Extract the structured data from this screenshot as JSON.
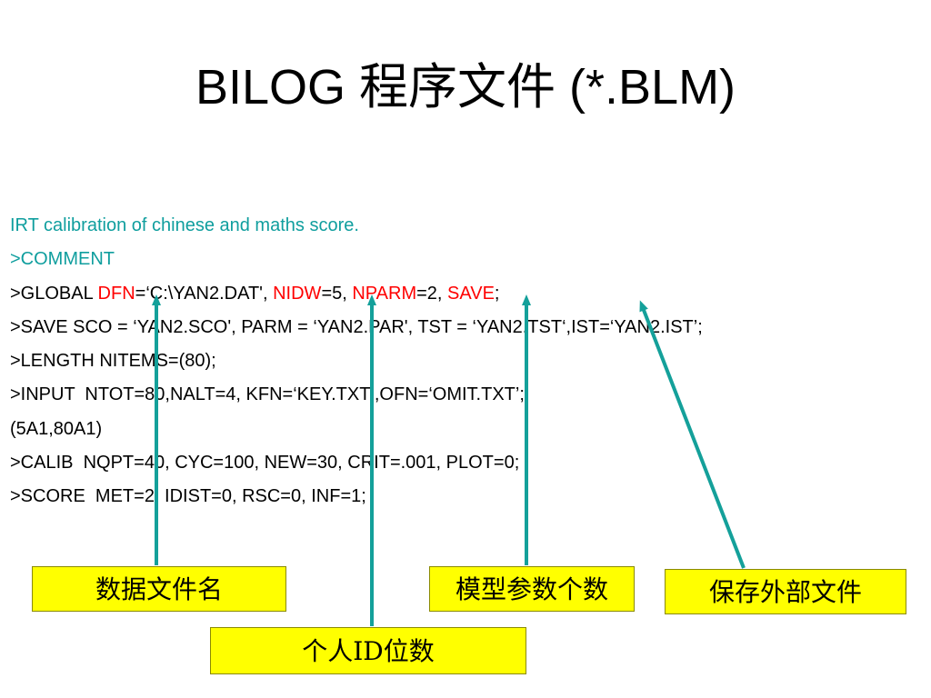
{
  "title": "BILOG 程序文件 (*.BLM)",
  "code": {
    "line1": "IRT calibration of chinese and maths score.",
    "line2": ">COMMENT",
    "line3": {
      "a": ">GLOBAL ",
      "dfn": "DFN",
      "b": "=‘C:\\YAN2.DAT', ",
      "nidw": "NIDW",
      "c": "=5, ",
      "nparm": "NPARM",
      "d": "=2, ",
      "save": "SAVE",
      "e": ";"
    },
    "line4": ">SAVE SCO = ‘YAN2.SCO', PARM = ‘YAN2.PAR', TST = ‘YAN2.TST‘,IST=‘YAN2.IST’;",
    "line5": ">LENGTH NITEMS=(80);",
    "line6": ">INPUT  NTOT=80,NALT=4, KFN=‘KEY.TXT’,OFN=‘OMIT.TXT’;",
    "line7": "(5A1,80A1)",
    "line8": ">CALIB  NQPT=40, CYC=100, NEW=30, CRIT=.001, PLOT=0;",
    "line9": ">SCORE  MET=2, IDIST=0, RSC=0, INF=1;"
  },
  "labels": {
    "data_file_name": "数据文件名",
    "person_id_digits": "个人ID位数",
    "model_param_count": "模型参数个数",
    "save_external_files": "保存外部文件"
  },
  "colors": {
    "teal_text": "#0f9e9e",
    "keyword_red": "#ff0000",
    "arrow": "#14a09a",
    "label_bg": "#ffff00"
  }
}
